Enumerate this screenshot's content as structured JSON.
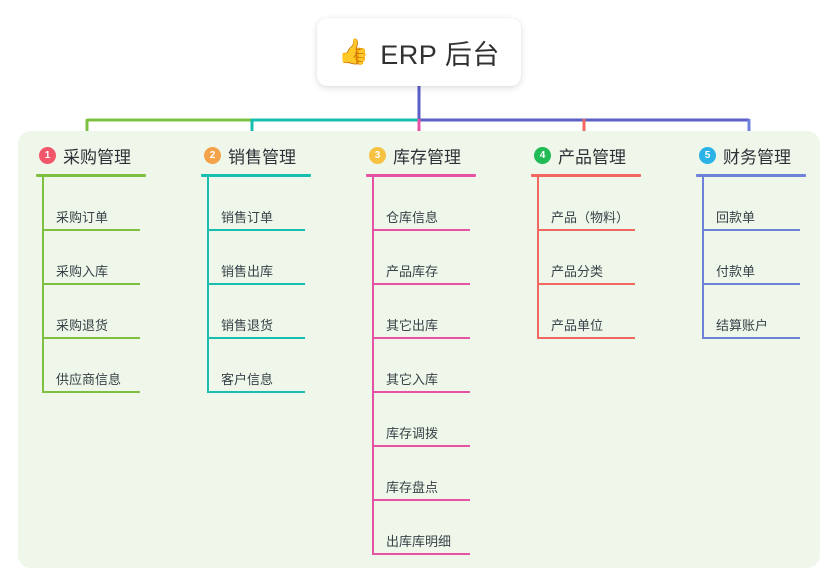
{
  "title": {
    "emoji": "👍",
    "emoji_name": "thumbs-up-icon",
    "text": "ERP 后台"
  },
  "theme": {
    "page_background": "#ffffff",
    "panel_background": "#eef7e9",
    "card_background": "#ffffff",
    "title_text_color": "#303133",
    "item_text_color": "#3b4149"
  },
  "connector_colors": {
    "stem": "#5b5fc7",
    "segment_1": "#7ec141",
    "segment_2": "#16bfb0",
    "segment_3": "#5b5fc7",
    "segment_4": "#5b5fc7"
  },
  "columns": [
    {
      "index": "1",
      "title": "采购管理",
      "badge_color": "#f2566a",
      "line_color": "#7ec141",
      "items": [
        "采购订单",
        "采购入库",
        "采购退货",
        "供应商信息"
      ]
    },
    {
      "index": "2",
      "title": "销售管理",
      "badge_color": "#f5a34a",
      "line_color": "#16bfb0",
      "items": [
        "销售订单",
        "销售出库",
        "销售退货",
        "客户信息"
      ]
    },
    {
      "index": "3",
      "title": "库存管理",
      "badge_color": "#f5c242",
      "line_color": "#e653a4",
      "items": [
        "仓库信息",
        "产品库存",
        "其它出库",
        "其它入库",
        "库存调拨",
        "库存盘点",
        "出库库明细"
      ]
    },
    {
      "index": "4",
      "title": "产品管理",
      "badge_color": "#21bb55",
      "line_color": "#f2675f",
      "items": [
        "产品（物料）",
        "产品分类",
        "产品单位"
      ]
    },
    {
      "index": "5",
      "title": "财务管理",
      "badge_color": "#2bb3e8",
      "line_color": "#6d82d8",
      "items": [
        "回款单",
        "付款单",
        "结算账户"
      ]
    }
  ]
}
